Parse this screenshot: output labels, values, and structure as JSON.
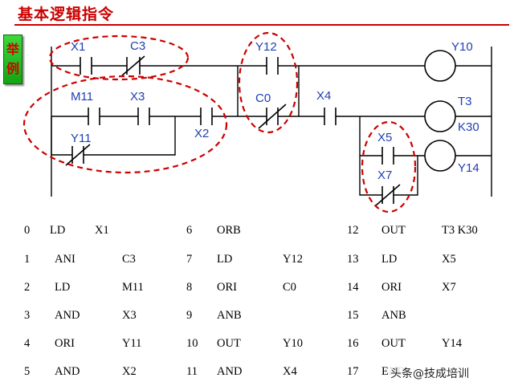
{
  "title": "基本逻辑指令",
  "badge": [
    "举",
    "例"
  ],
  "diagram": {
    "contacts": {
      "x1": "X1",
      "c3": "C3",
      "m11": "M11",
      "x3": "X3",
      "y11": "Y11",
      "x2": "X2",
      "y12": "Y12",
      "c0": "C0",
      "x4": "X4",
      "x5": "X5",
      "x7": "X7"
    },
    "coils": {
      "y10": "Y10",
      "t3": "T3",
      "t3_const": "K30",
      "y14": "Y14"
    }
  },
  "program": [
    [
      {
        "step": "0",
        "op": "LD",
        "arg": "X1"
      },
      {
        "step": "6",
        "op": "ORB",
        "arg": ""
      },
      {
        "step": "12",
        "op": "OUT",
        "arg": "T3  K30"
      }
    ],
    [
      {
        "step": "1",
        "op": "ANI",
        "arg": "C3"
      },
      {
        "step": "7",
        "op": "LD",
        "arg": "Y12"
      },
      {
        "step": "13",
        "op": "LD",
        "arg": "X5"
      }
    ],
    [
      {
        "step": "2",
        "op": "LD",
        "arg": "M11"
      },
      {
        "step": "8",
        "op": "ORI",
        "arg": "C0"
      },
      {
        "step": "14",
        "op": "ORI",
        "arg": "X7"
      }
    ],
    [
      {
        "step": "3",
        "op": "AND",
        "arg": "X3"
      },
      {
        "step": "9",
        "op": "ANB",
        "arg": ""
      },
      {
        "step": "15",
        "op": "ANB",
        "arg": ""
      }
    ],
    [
      {
        "step": "4",
        "op": "ORI",
        "arg": "Y11"
      },
      {
        "step": "10",
        "op": "OUT",
        "arg": "Y10"
      },
      {
        "step": "16",
        "op": "OUT",
        "arg": "Y14"
      }
    ],
    [
      {
        "step": "5",
        "op": "AND",
        "arg": "X2"
      },
      {
        "step": "11",
        "op": "AND",
        "arg": "X4"
      },
      {
        "step": "17",
        "op": "END",
        "arg": ""
      }
    ]
  ],
  "watermark": "头条@技成培训"
}
